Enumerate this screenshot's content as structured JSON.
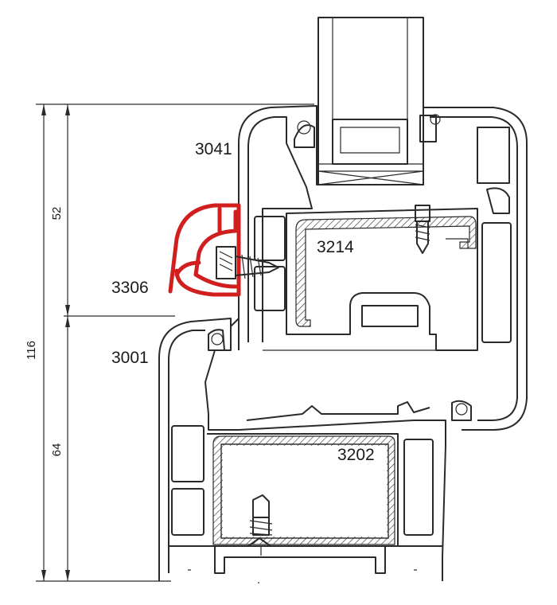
{
  "labels": {
    "glazing_bead": "3041",
    "sash_reinforcement": "3214",
    "renovation_profile": "3306",
    "frame": "3001",
    "frame_reinforcement": "3202"
  },
  "dimensions": {
    "total": "116",
    "upper": "52",
    "lower": "64"
  },
  "colors": {
    "line": "#2a2a2a",
    "highlight": "#d11f1f"
  }
}
